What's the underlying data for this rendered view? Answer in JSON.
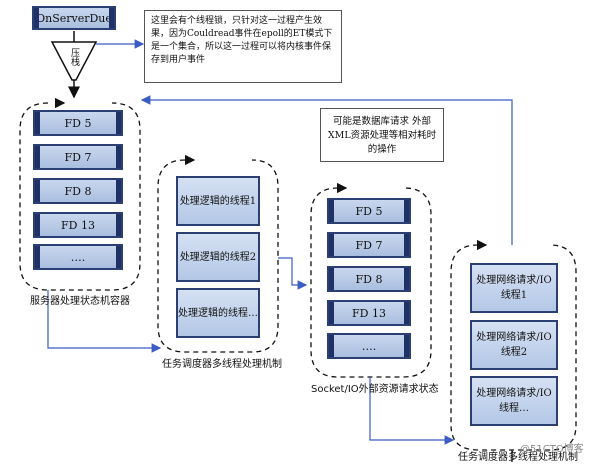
{
  "top_box": "OnServerDue",
  "funnel_label": "压栈",
  "note_top": "这里会有个线程锁，只针对这一过程产生效果，因为Couldread事件在epoll的ET模式下是一个集合，所以这一过程可以将内核事件保存到用户事件",
  "note_right": "可能是数据库请求 外部XML资源处理等相对耗时的操作",
  "container1": {
    "label": "服务器处理状态机容器",
    "items": [
      "FD 5",
      "FD 7",
      "FD 8",
      "FD 13",
      "…."
    ]
  },
  "container2": {
    "label": "任务调度器多线程处理机制",
    "items": [
      "处理逻辑的线程1",
      "处理逻辑的线程2",
      "处理逻辑的线程…"
    ]
  },
  "container3": {
    "label": "Socket/IO外部资源请求状态",
    "items": [
      "FD 5",
      "FD 7",
      "FD 8",
      "FD 13",
      "…."
    ]
  },
  "container4": {
    "label": "任务调度器多线程处理机制",
    "items": [
      "处理网络请求/IO线程1",
      "处理网络请求/IO线程2",
      "处理网络请求/IO线程…"
    ]
  },
  "watermark": "@51CTO博客"
}
